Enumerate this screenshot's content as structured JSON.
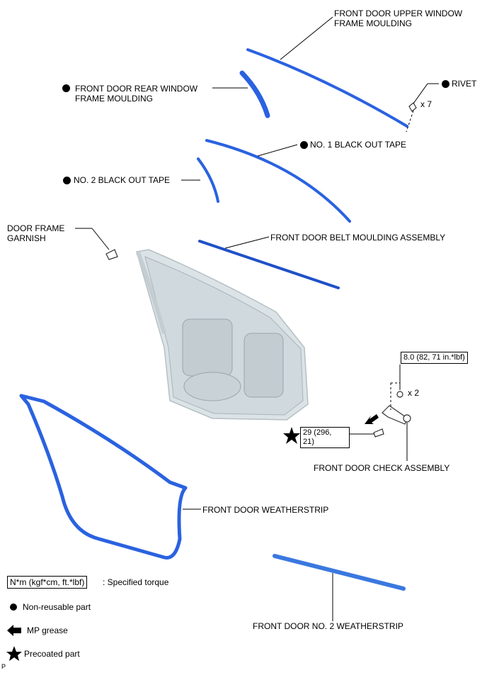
{
  "labels": {
    "upper_window_1": "FRONT DOOR UPPER WINDOW",
    "upper_window_2": "FRAME MOULDING",
    "rear_window_1": "FRONT DOOR REAR WINDOW",
    "rear_window_2": "FRAME MOULDING",
    "rivet": "RIVET",
    "rivet_qty": "x 7",
    "black_out_1": "NO. 1 BLACK OUT TAPE",
    "black_out_2": "NO. 2 BLACK OUT TAPE",
    "garnish_1": "DOOR FRAME",
    "garnish_2": "GARNISH",
    "belt_moulding": "FRONT DOOR BELT MOULDING ASSEMBLY",
    "check_assembly": "FRONT DOOR CHECK ASSEMBLY",
    "check_nut_qty": "x 2",
    "weatherstrip": "FRONT DOOR WEATHERSTRIP",
    "no2_weatherstrip": "FRONT DOOR NO. 2 WEATHERSTRIP"
  },
  "torques": {
    "nut": "8.0 (82, 71 in.*lbf)",
    "bolt_line1": "29 (296,",
    "bolt_line2": "21)"
  },
  "legend": {
    "torque_box": "N*m (kgf*cm, ft.*lbf)",
    "torque_desc": ": Specified torque",
    "non_reusable": "Non-reusable part",
    "mp_grease": "MP grease",
    "precoated": "Precoated part"
  },
  "footer": {
    "code": "P"
  },
  "colors": {
    "part_blue": "#2a62e0",
    "door_gray": "#d9e2e6",
    "line": "#000000"
  }
}
